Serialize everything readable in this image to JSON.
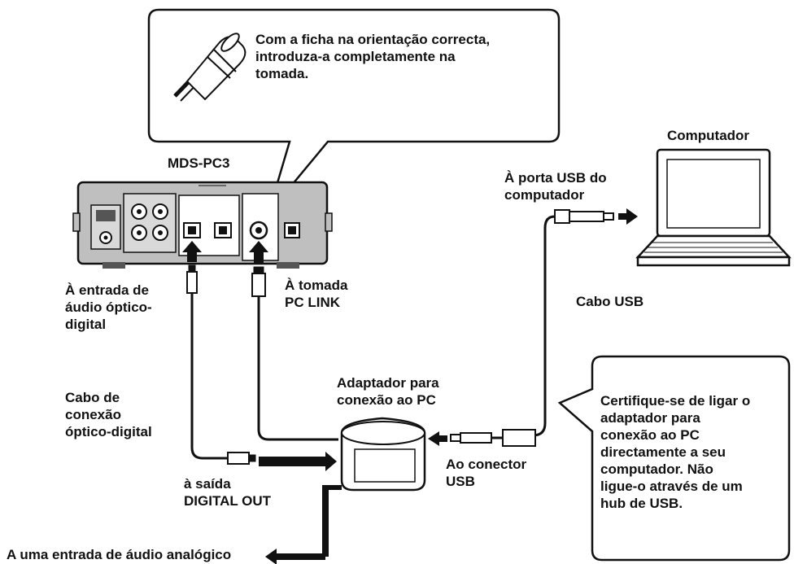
{
  "callout_top": "Com a ficha na orientação correcta,\nintroduza-a completamente na\ntomada.",
  "callout_right": "Certifique-se de ligar o\nadaptador para\nconexão ao PC\ndirectamente a seu\ncomputador. Não\nligue-o através de um\nhub de USB.",
  "device_label": "MDS-PC3",
  "computer_label": "Computador",
  "usb_port_label": "À porta USB do\ncomputador",
  "usb_cable_label": "Cabo USB",
  "optical_input_label": "À entrada de\náudio óptico-\ndigital",
  "pc_link_label": "À tomada\nPC LINK",
  "optical_cable_label": "Cabo de\nconexão\nóptico-digital",
  "adapter_label": "Adaptador para\nconexão ao PC",
  "digital_out_label": "à saída\nDIGITAL OUT",
  "usb_connector_label": "Ao conector\nUSB",
  "analog_input_label": "A uma entrada de áudio analógico",
  "colors": {
    "ink": "#111111",
    "panel": "#d9d9d9",
    "device_body": "#bfbfbf",
    "background": "#ffffff"
  }
}
